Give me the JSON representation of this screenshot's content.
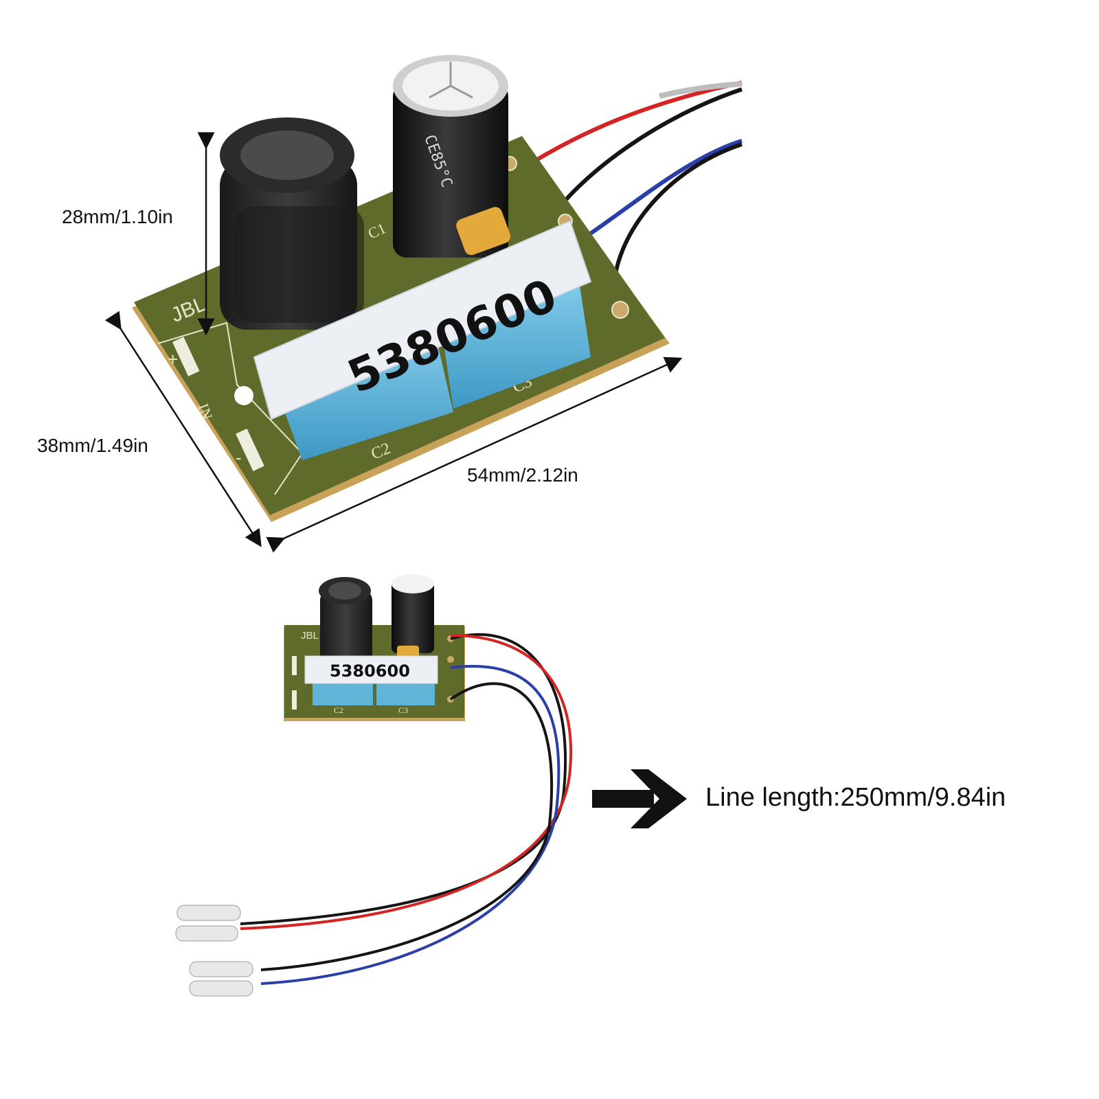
{
  "dimensions": {
    "height": "28mm/1.10in",
    "width": "38mm/1.49in",
    "length": "54mm/2.12in"
  },
  "line_length": "Line length:250mm/9.84in",
  "label_code": "5380600",
  "board_markings": {
    "brand": "JBL",
    "plus": "+",
    "minus": "-",
    "input": "IN",
    "c1": "C1",
    "c2": "C2",
    "c3": "C3",
    "cap_print": "CE85°C"
  },
  "colors": {
    "pcb": "#5f6b2a",
    "pcb_edge": "#c9a25a",
    "inductor": "#2c2c2c",
    "capacitor_blue": "#5fb4d8",
    "label": "#ecf0f4",
    "wire_red": "#d42525",
    "wire_blue": "#2a3fa8",
    "wire_black": "#151515"
  },
  "icons": [
    "arrow-right-icon"
  ]
}
